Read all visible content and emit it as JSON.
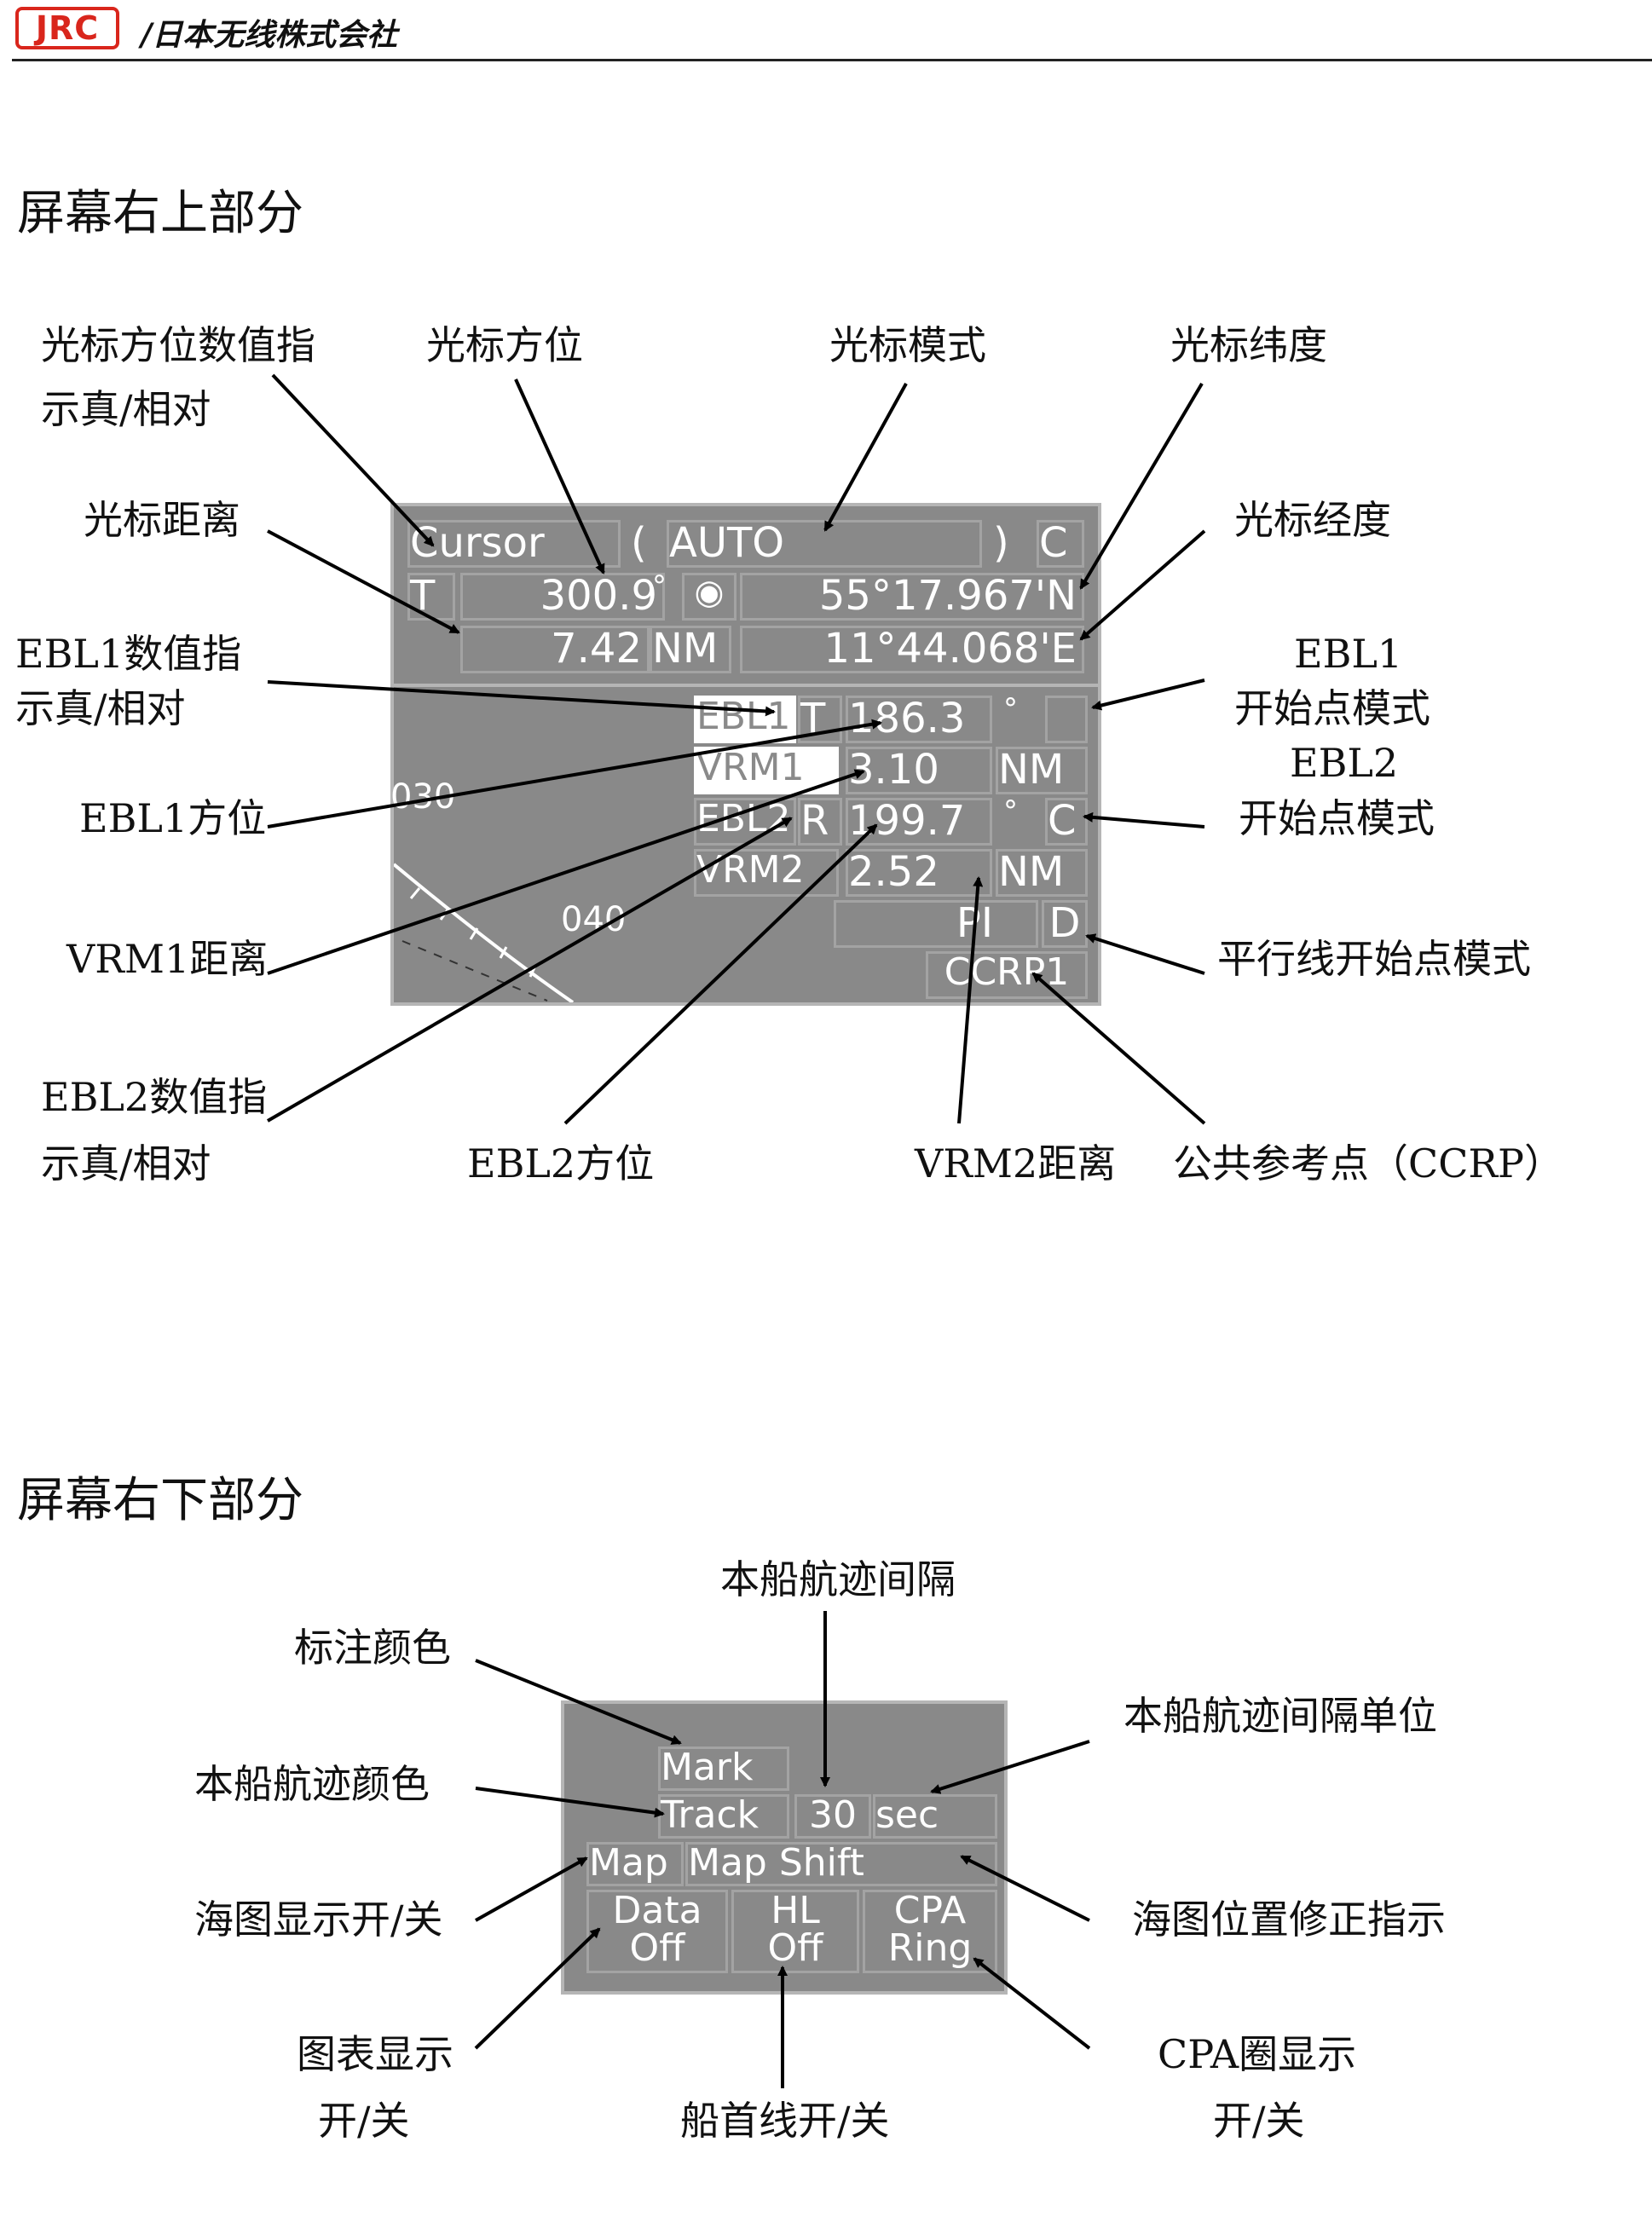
{
  "header": {
    "logo": "JRC",
    "company": "/日本无线株式会社"
  },
  "section_top": {
    "title": "屏幕右上部分"
  },
  "section_bottom": {
    "title": "屏幕右下部分"
  },
  "top_labels": {
    "cursor_bearing_indicator_1": "光标方位数值指",
    "cursor_bearing_indicator_2": "示真/相对",
    "cursor_bearing": "光标方位",
    "cursor_mode": "光标模式",
    "cursor_latitude": "光标纬度",
    "cursor_distance": "光标距离",
    "cursor_longitude": "光标经度",
    "ebl1_indicator_1": "EBL1数值指",
    "ebl1_indicator_2": "示真/相对",
    "ebl1_origin_1": "EBL1",
    "ebl1_origin_2": "开始点模式",
    "ebl2_origin_1": "EBL2",
    "ebl2_origin_2": "开始点模式",
    "ebl1_bearing": "EBL1方位",
    "vrm1_distance": "VRM1距离",
    "parallel_origin": "平行线开始点模式",
    "ebl2_indicator_1": "EBL2数值指",
    "ebl2_indicator_2": "示真/相对",
    "ebl2_bearing": "EBL2方位",
    "vrm2_distance": "VRM2距离",
    "ccrp": "公共参考点（CCRP）"
  },
  "radar_top": {
    "cursor_label": "Cursor",
    "paren_open": "(",
    "mode": "AUTO",
    "paren_close": ")",
    "mode_flag": "C",
    "tr_flag": "T",
    "bearing": "300.9",
    "deg": "°",
    "target_symbol": "◉",
    "latitude": "55°17.967'N",
    "distance": "7.42",
    "distance_unit": "NM",
    "longitude": "11°44.068'E",
    "ebl1_label": "EBL1",
    "ebl1_flag": "T",
    "ebl1_value": "186.3",
    "ebl1_deg": "°",
    "ebl1_origin": "",
    "vrm1_label": "VRM1",
    "vrm1_value": "3.10",
    "vrm1_unit": "NM",
    "ebl2_label": "EBL2",
    "ebl2_flag": "R",
    "ebl2_value": "199.7",
    "ebl2_deg": "°",
    "ebl2_origin": "C",
    "vrm2_label": "VRM2",
    "vrm2_value": "2.52",
    "vrm2_unit": "NM",
    "pi_label": "PI",
    "pi_origin": "D",
    "ccrp_label": "CCRP1",
    "scale_030": "030",
    "scale_040": "040"
  },
  "bottom_labels": {
    "track_interval": "本船航迹间隔",
    "mark_color": "标注颜色",
    "track_interval_unit": "本船航迹间隔单位",
    "track_color": "本船航迹颜色",
    "map_toggle": "海图显示开/关",
    "map_shift": "海图位置修正指示",
    "data_toggle_1": "图表显示",
    "data_toggle_2": "开/关",
    "hl_toggle": "船首线开/关",
    "cpa_ring_1": "CPA圈显示",
    "cpa_ring_2": "开/关"
  },
  "radar_bottom": {
    "mark": "Mark",
    "track": "Track",
    "track_interval": "30",
    "track_unit": "sec",
    "map": "Map",
    "map_shift": "Map Shift",
    "data_1": "Data",
    "data_2": "Off",
    "hl_1": "HL",
    "hl_2": "Off",
    "cpa_1": "CPA",
    "cpa_2": "Ring"
  }
}
